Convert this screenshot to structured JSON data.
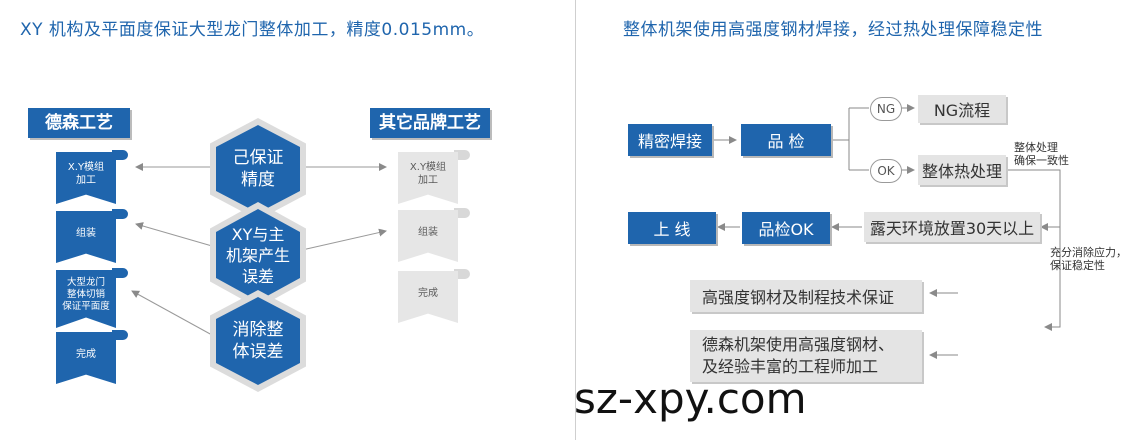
{
  "left": {
    "title": "XY 机构及平面度保证大型龙门整体加工，精度0.015mm。",
    "col_left_header": "德森工艺",
    "col_right_header": "其它品牌工艺",
    "left_steps": [
      "X.Y模组\n加工",
      "组装",
      "大型龙门\n整体切销\n保证平面度",
      "完成"
    ],
    "right_steps": [
      "X.Y模组\n加工",
      "组装",
      "完成"
    ],
    "hexes": [
      "己保证\n精度",
      "XY与主\n机架产生\n误差",
      "消除整\n体误差"
    ]
  },
  "right": {
    "title": "整体机架使用高强度钢材焊接，经过热处理保障稳定性",
    "weld": "精密焊接",
    "inspect": "品 检",
    "ng_pill": "NG",
    "ng_flow": "NG流程",
    "ok_pill": "OK",
    "heat": "整体热处理",
    "heat_note": "整体处理\n确保一致性",
    "outdoor": "露天环境放置30天以上",
    "release_note": "充分消除应力，\n保证稳定性",
    "inspect_ok": "品检OK",
    "online": "上 线",
    "steel_guarantee": "高强度钢材及制程技术保证",
    "engineer": "德森机架使用高强度钢材、\n及经验丰富的工程师加工"
  },
  "watermark": "sz-xpy.com",
  "colors": {
    "brand_blue": "#1f65ad",
    "gray_box": "#e4e4e4"
  }
}
